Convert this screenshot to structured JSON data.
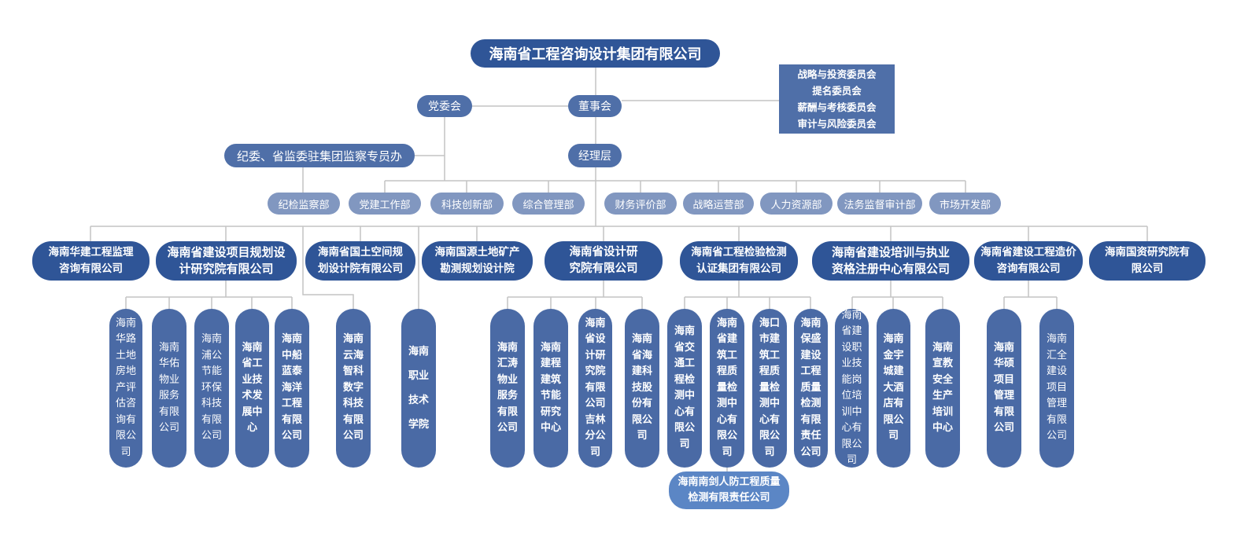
{
  "root": "海南省工程咨询设计集团有限公司",
  "party": "党委会",
  "board": "董事会",
  "committees": [
    "战略与投资委员会",
    "提名委员会",
    "薪酬与考核委员会",
    "审计与风险委员会"
  ],
  "discipline": "纪委、省监委驻集团监察专员办",
  "management": "经理层",
  "departments": [
    "纪检监察部",
    "党建工作部",
    "科技创新部",
    "综合管理部",
    "财务评价部",
    "战略运营部",
    "人力资源部",
    "法务监督审计部",
    "市场开发部"
  ],
  "subsidiaries": [
    "海南华建工程监理咨询有限公司",
    "海南省建设项目规划设计研究院有限公司",
    "海南省国土空间规划设计院有限公司",
    "海南国源土地矿产勘测规划设计院",
    "海南省设计研究院有限公司",
    "海南省工程检验检测认证集团有限公司",
    "海南省建设培训与执业资格注册中心有限公司",
    "海南省建设工程造价咨询有限公司",
    "海南国资研究院有限公司"
  ],
  "children": [
    "海南华路土地房地产评估咨询有限公司",
    "海南华佑物业服务有限公司",
    "海南浦公节能环保科技有限公司",
    "海南省工业技术发展中心",
    "海南中船蓝泰海洋工程有限公司",
    "海南云海智科数字科技有限公司",
    "海南职业技术学院",
    "海南汇涛物业服务有限公司",
    "海南建程建筑节能研究中心",
    "海南省设计研究院有限公司吉林分公司",
    "海南省海建科技股份有限公司",
    "海南省交通工程检测中心有限公司",
    "海南省建筑工程质量检测中心有限公司",
    "海口市建筑工程质量检测中心有限公司",
    "海南保盛建设工程质量检测有限责任公司",
    "海南省建设职业技能岗位培训中心有限公司",
    "海南金宇城建大酒店有限公司",
    "海南宣教安全生产培训中心",
    "海南华硕项目管理有限公司",
    "海南汇全建设项目管理有限公司"
  ],
  "grandchild": "海南南剑人防工程质量检测有限责任公司"
}
